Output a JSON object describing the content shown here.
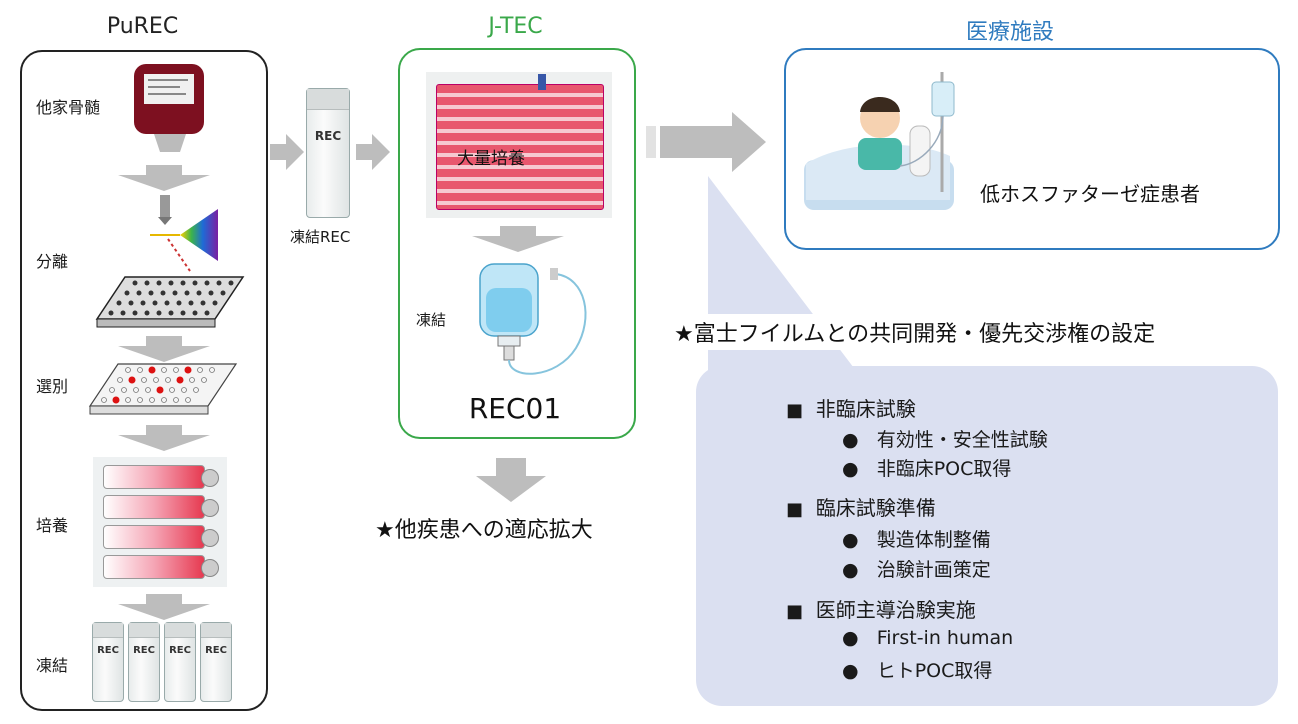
{
  "purec": {
    "title": "PuREC",
    "steps": [
      "他家骨髄",
      "分離",
      "選別",
      "培養",
      "凍結"
    ],
    "vial_label": "REC"
  },
  "frozen_rec": {
    "label": "凍結REC",
    "vial_label": "REC"
  },
  "jtec": {
    "title": "J-TEC",
    "mass_culture": "大量培養",
    "freeze": "凍結",
    "product": "REC01"
  },
  "hospital": {
    "title": "医療施設",
    "patient": "低ホスファターゼ症患者"
  },
  "expansion": "★他疾患への適応拡大",
  "partnership": "★富士フイルムとの共同開発・優先交渉権の設定",
  "plan": [
    {
      "heading": "非臨床試験",
      "items": [
        "有効性・安全性試験",
        "非臨床POC取得"
      ]
    },
    {
      "heading": "臨床試験準備",
      "items": [
        "製造体制整備",
        "治験計画策定"
      ]
    },
    {
      "heading": "医師主導治験実施",
      "items": [
        "First-in human",
        "ヒトPOC取得"
      ]
    }
  ],
  "colors": {
    "jtec": "#3aa84a",
    "hospital": "#2f7bbf",
    "callout": "#dbe0f1",
    "arrow": "#bdbdbd"
  }
}
